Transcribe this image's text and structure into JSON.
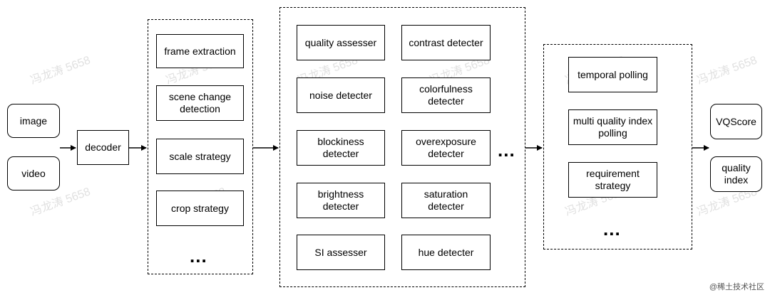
{
  "inputs": {
    "image": "image",
    "video": "video"
  },
  "decoder": "decoder",
  "preprocess": {
    "items": [
      "frame extraction",
      "scene change detection",
      "scale strategy",
      "crop strategy"
    ],
    "more": "..."
  },
  "detectors": {
    "left": [
      "quality assesser",
      "noise detecter",
      "blockiness detecter",
      "brightness detecter",
      "SI assesser"
    ],
    "right": [
      "contrast detecter",
      "colorfulness detecter",
      "overexposure detecter",
      "saturation detecter",
      "hue detecter"
    ],
    "more_between": "...",
    "more_after": "..."
  },
  "pooling": {
    "items": [
      "temporal polling",
      "multi quality index polling",
      "requirement strategy"
    ],
    "more": "..."
  },
  "outputs": {
    "vqscore": "VQScore",
    "quality_index": "quality index"
  },
  "watermark": "冯龙涛 5658",
  "footer": "@稀土技术社区"
}
